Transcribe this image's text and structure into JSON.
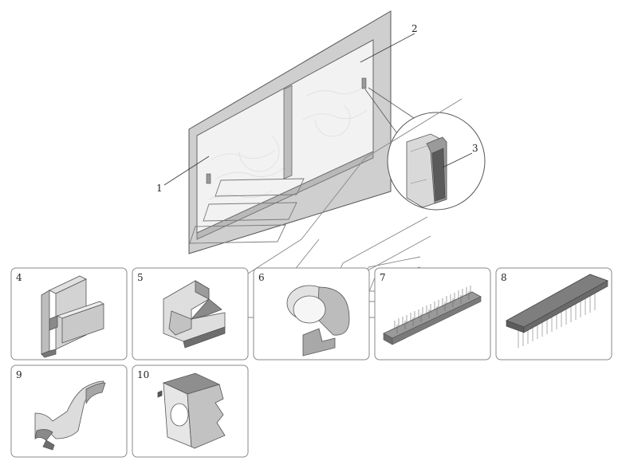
{
  "callouts": [
    "1",
    "2",
    "3"
  ],
  "panels": [
    {
      "number": "4",
      "part": "h-profile-seal-strip"
    },
    {
      "number": "5",
      "part": "clip-profile"
    },
    {
      "number": "6",
      "part": "ring-seal-profile"
    },
    {
      "number": "7",
      "part": "short-brush-strip"
    },
    {
      "number": "8",
      "part": "long-brush-strip"
    },
    {
      "number": "9",
      "part": "flexible-lip-seal"
    },
    {
      "number": "10",
      "part": "hollow-block-seal"
    }
  ],
  "colors": {
    "outline": "#555555",
    "frame_fill": "#c8c8c8",
    "glass_fill": "#f1f1f1",
    "part_light": "#dcdcdc",
    "part_mid": "#b4b4b4",
    "part_dark": "#6e6e6e",
    "panel_border": "#8a8a8a"
  }
}
